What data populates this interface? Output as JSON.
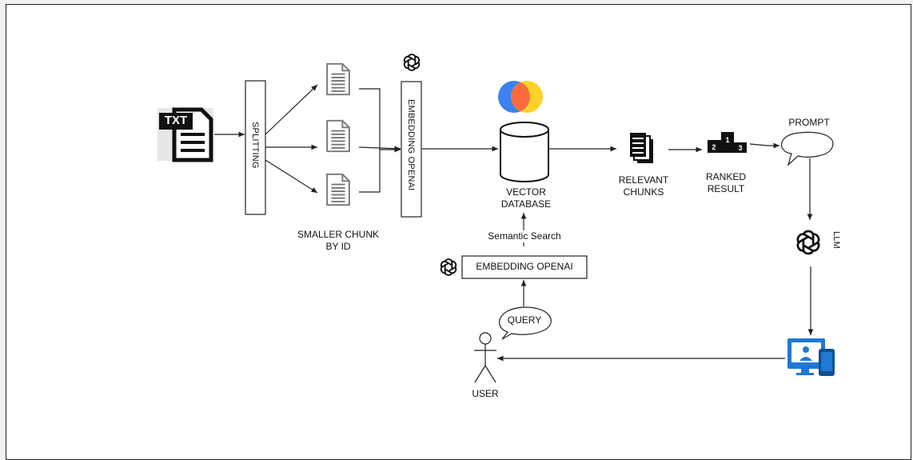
{
  "diagram": {
    "txt_icon_label": "TXT",
    "splitting": "SPLITTING",
    "embedding_vertical": "EMBEDDING OPENAI",
    "smaller_chunk": "SMALLER CHUNK\nBY ID",
    "vector_db": "VECTOR\nDATABASE",
    "relevant_chunks": "RELEVANT\nCHUNKS",
    "ranked_result": "RANKED\nRESULT",
    "prompt": "PROMPT",
    "llm": "LLM",
    "semantic_search": "Semantic Search",
    "embedding_query": "EMBEDDING OPENAI",
    "query": "QUERY",
    "user": "USER",
    "podium": [
      "2",
      "1",
      "3"
    ]
  },
  "colors": {
    "stroke": "#222222",
    "db_blue": "#3b82f0",
    "db_orange": "#ff6a3d",
    "db_yellow": "#ffd02a",
    "monitor_blue": "#1f78d1"
  }
}
